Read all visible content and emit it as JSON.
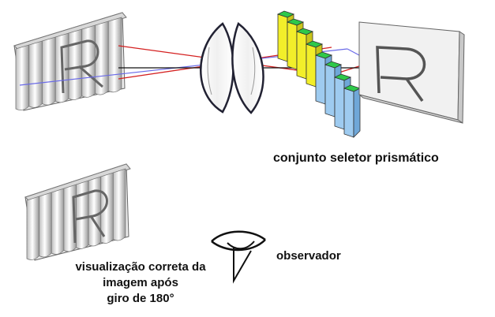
{
  "labels": {
    "prism_set": "conjunto  seletor prismático",
    "observer": "observador",
    "correct_view_line1": "visualização correta da",
    "correct_view_line2": "imagem após",
    "correct_view_line3": "giro de 180°"
  },
  "colors": {
    "ray_red": "#d42020",
    "ray_blue": "#6a6ae8",
    "axis_black": "#111111",
    "prism_yellow": "#f2ee2a",
    "prism_green": "#2ec84a",
    "prism_blue": "#9ecbf0",
    "panel_fill": "#f4f4f4",
    "ink": "#555555"
  }
}
